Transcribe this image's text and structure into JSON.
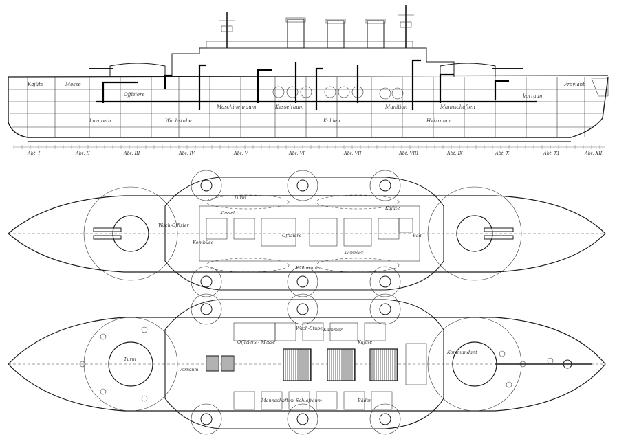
{
  "side_view": {
    "compartment_labels": [
      "Abt. I",
      "Abt. II",
      "Abt. III",
      "Abt. IV",
      "Abt. V",
      "Abt. VI",
      "Abt. VII",
      "Abt. VIII",
      "Abt. IX",
      "Abt. X",
      "Abt. XI",
      "Abt. XII"
    ],
    "room_labels": [
      "Kajüte",
      "Messe",
      "Offiziere",
      "Maschinenraum",
      "Kesselraum",
      "Kohlen",
      "Munition",
      "Mannschaften",
      "Vorraum",
      "Proviant",
      "Heizraum",
      "Wachstube",
      "Lazareth"
    ]
  },
  "upper_deck": {
    "labels": [
      "Kessel",
      "Wach-Offizier",
      "Kombüse",
      "Offiziere",
      "Kajüte",
      "Wohnraum",
      "Kammer",
      "Bad",
      "Turm"
    ]
  },
  "main_deck": {
    "labels": [
      "Offiziers - Messe",
      "Wach-Stube",
      "Kammer",
      "Kajüte",
      "Vorraum",
      "Mannschaften",
      "Schlafraum",
      "Bäder",
      "Kommandant",
      "Turm"
    ]
  }
}
